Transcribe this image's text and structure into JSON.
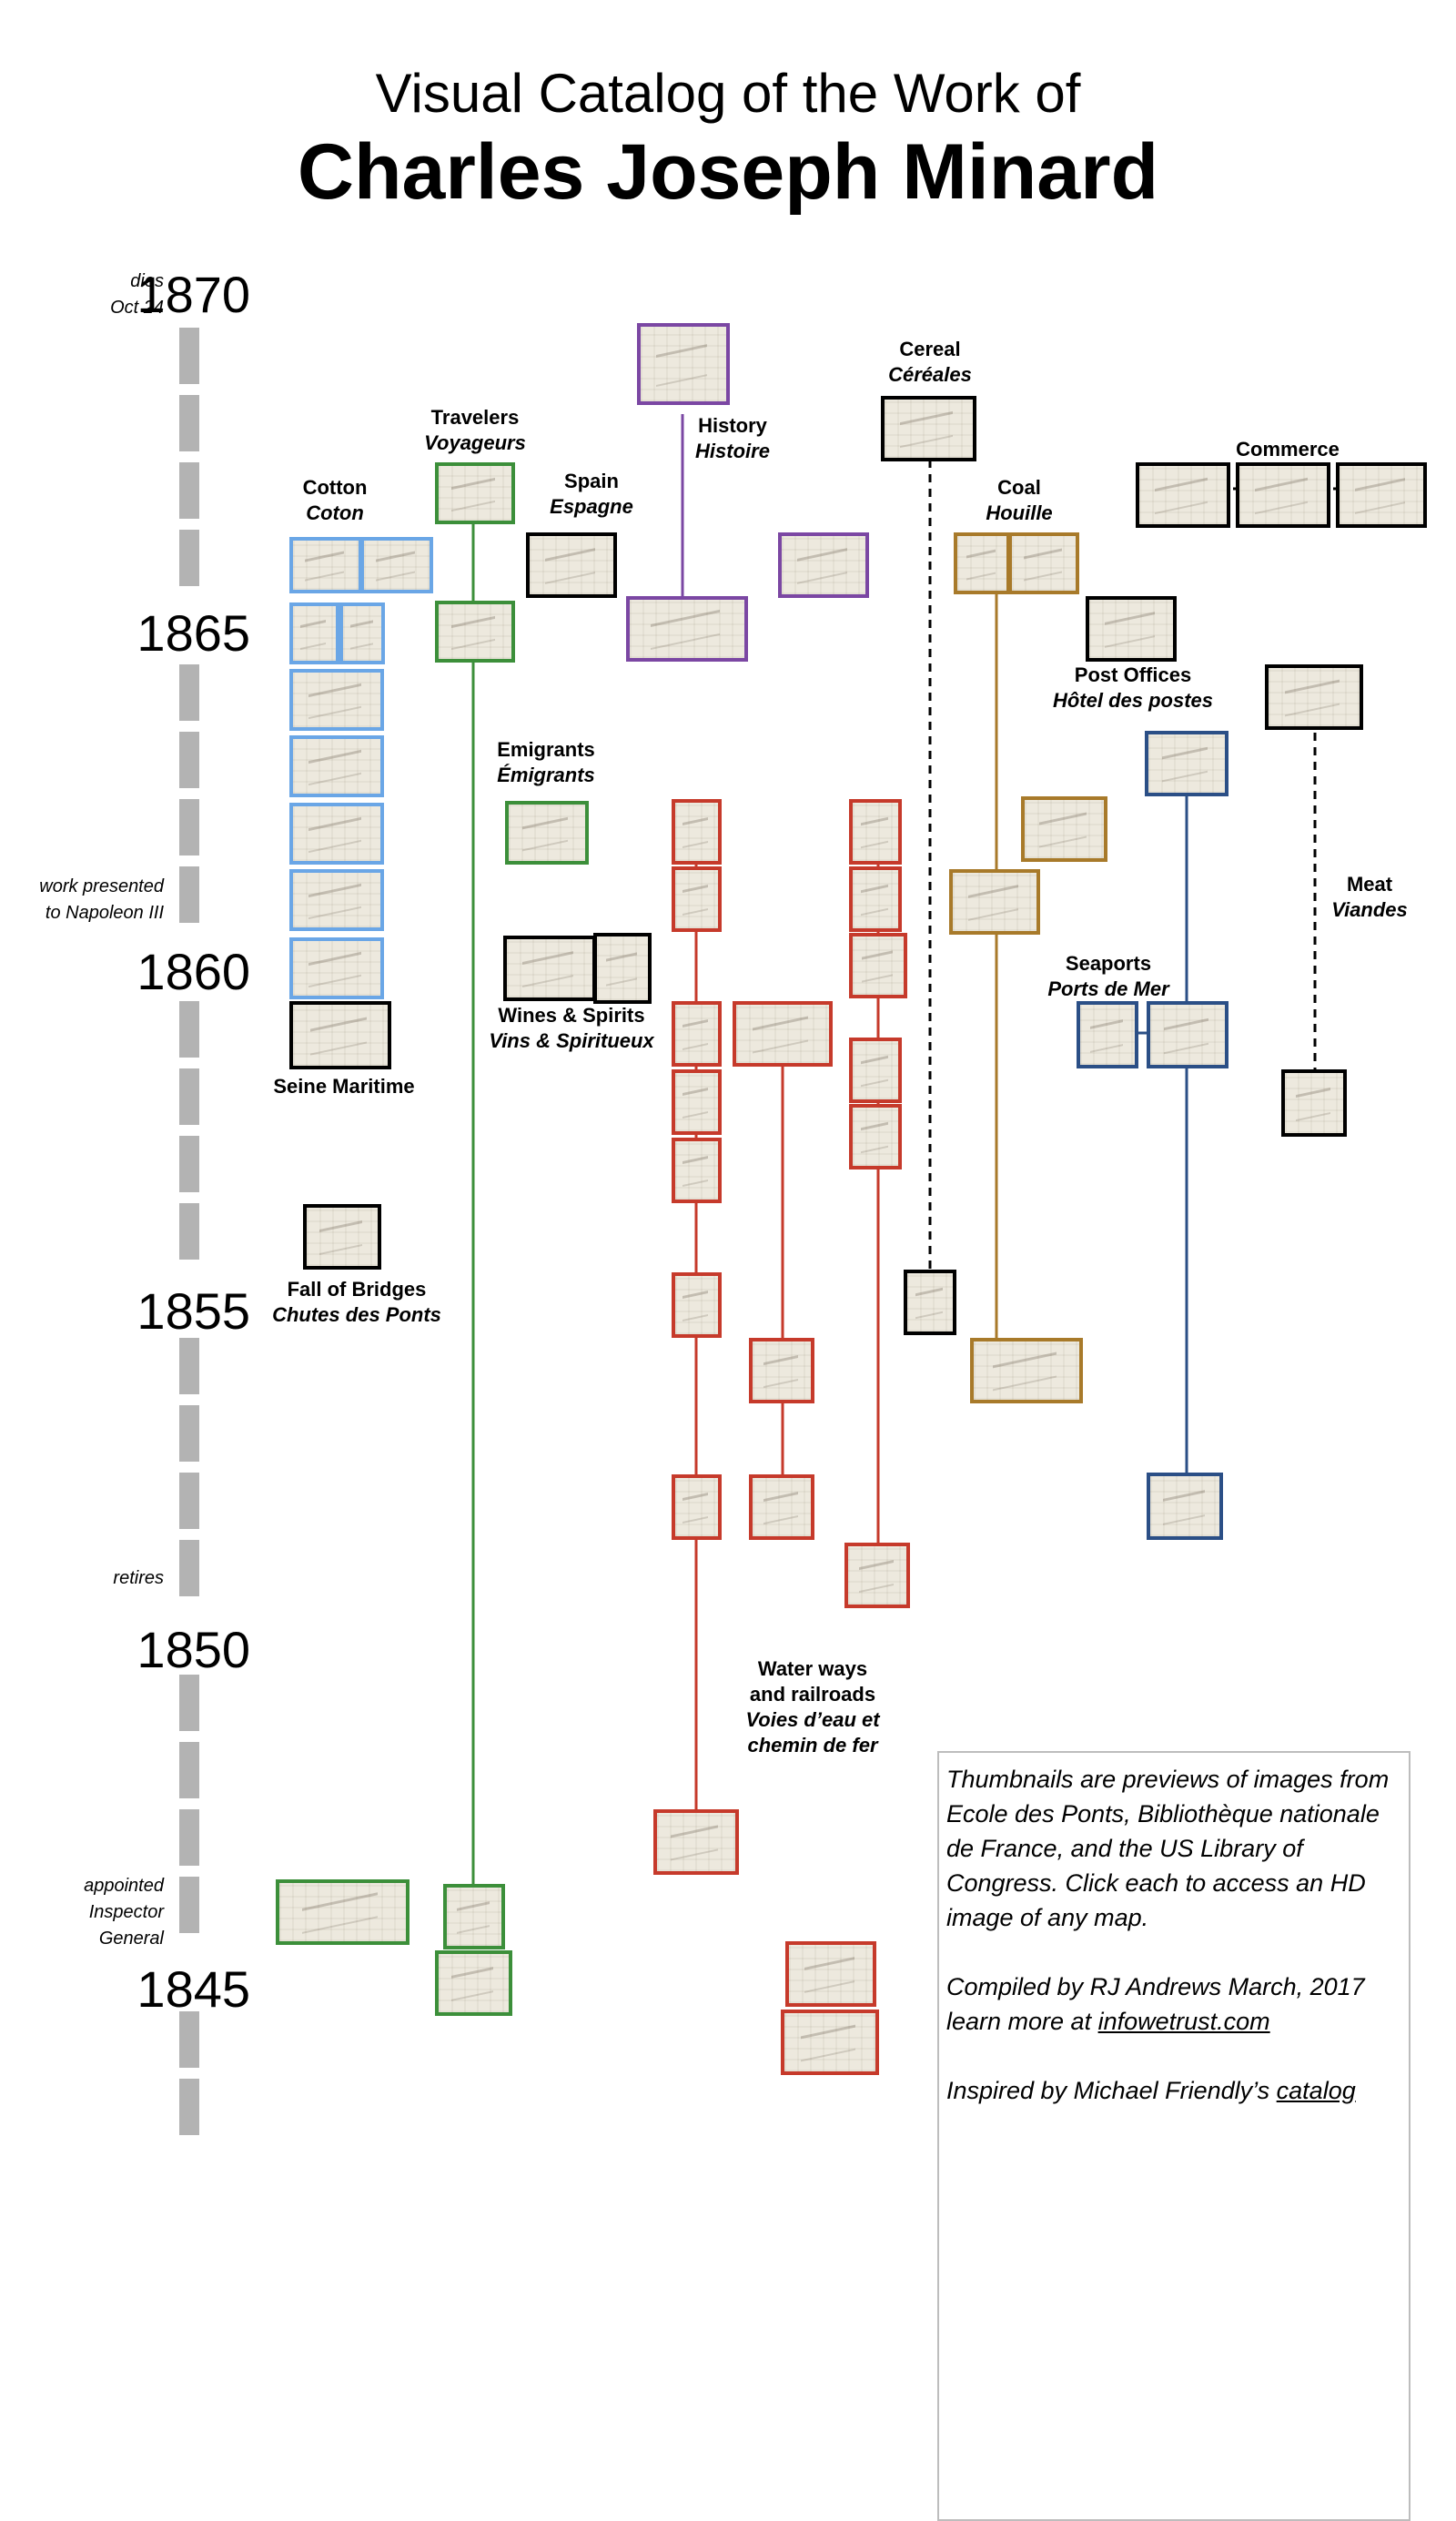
{
  "title": {
    "line1": "Visual Catalog of the Work of",
    "line2": "Charles Joseph Minard"
  },
  "years": [
    "1870",
    "1865",
    "1860",
    "1855",
    "1850",
    "1845"
  ],
  "events": [
    {
      "lines": [
        "dies",
        "Oct 24"
      ]
    },
    {
      "lines": [
        "work presented",
        "to Napoleon III"
      ]
    },
    {
      "lines": [
        "retires"
      ]
    },
    {
      "lines": [
        "appointed",
        "Inspector",
        "General"
      ]
    }
  ],
  "groups": [
    {
      "en": "Cotton",
      "fr": "Coton",
      "color": "#6aa6e6"
    },
    {
      "en": "Travelers",
      "fr": "Voyageurs",
      "color": "#3c8f3a"
    },
    {
      "en": "Spain",
      "fr": "Espagne",
      "color": "#000000"
    },
    {
      "en": "History",
      "fr": "Histoire",
      "color": "#7b47a3"
    },
    {
      "en": "Cereal",
      "fr": "Céréales",
      "color": "#000000"
    },
    {
      "en": "Coal",
      "fr": "Houille",
      "color": "#a87a2a"
    },
    {
      "en": "Commerce",
      "fr": "",
      "color": "#000000"
    },
    {
      "en": "Post Offices",
      "fr": "Hôtel des postes",
      "color": "#000000"
    },
    {
      "en": "Emigrants",
      "fr": "Émigrants",
      "color": "#3c8f3a"
    },
    {
      "en": "Meat",
      "fr": "Viandes",
      "color": "#000000"
    },
    {
      "en": "Seaports",
      "fr": "Ports de Mer",
      "color": "#2b4f86"
    },
    {
      "en": "Wines & Spirits",
      "fr": "Vins & Spiritueux",
      "color": "#000000"
    },
    {
      "en": "Seine Maritime",
      "fr": "",
      "color": "#000000"
    },
    {
      "en": "Fall of Bridges",
      "fr": "Chutes des Ponts",
      "color": "#000000"
    },
    {
      "en_lines": [
        "Water ways",
        "and railroads"
      ],
      "fr_lines": [
        "Voies d’eau et",
        "chemin de fer"
      ],
      "color": "#c63a2b"
    }
  ],
  "colors": {
    "cotton": "#6aa6e6",
    "travelers": "#3c8f3a",
    "history": "#7b47a3",
    "coal": "#a87a2a",
    "seaports": "#2b4f86",
    "waterways": "#c63a2b",
    "black": "#000000",
    "timeline": "#b3b3b3"
  },
  "note": {
    "p1": "Thumbnails are previews of images from Ecole des Ponts, Bibliothèque nationale de France, and the US Library of Congress. Click each to access an HD image of any map.",
    "p2_line1": "Compiled by RJ Andrews March, 2017",
    "p2_prefix": "learn more at ",
    "p2_link": "infowetrust.com",
    "p3_prefix": "Inspired by Michael Friendly’s ",
    "p3_link": "catalog"
  }
}
